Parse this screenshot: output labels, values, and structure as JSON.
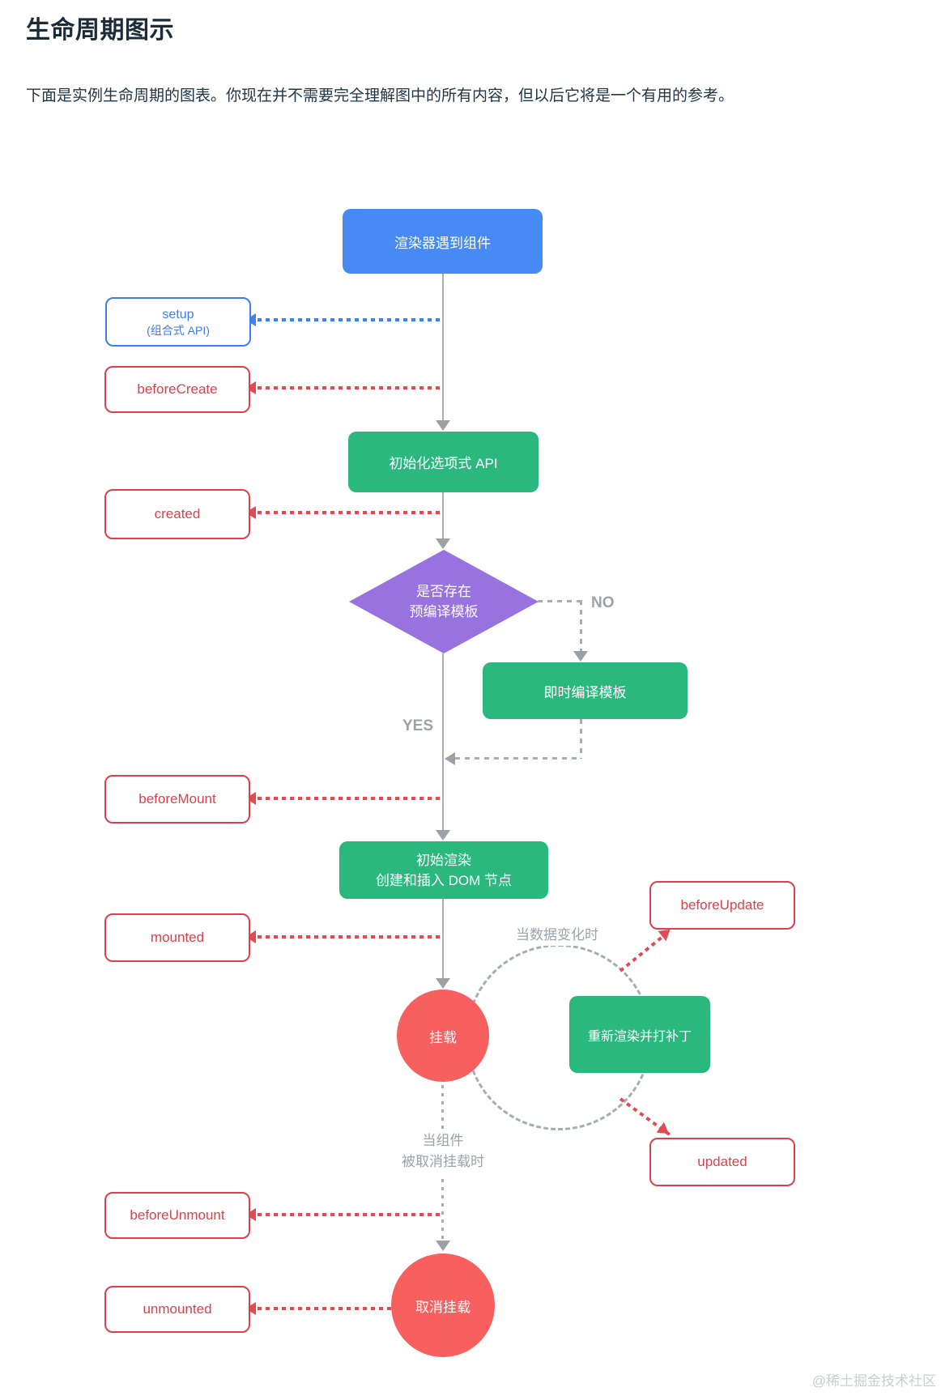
{
  "page": {
    "title": "生命周期图示",
    "intro": "下面是实例生命周期的图表。你现在并不需要完全理解图中的所有内容，但以后它将是一个有用的参考。",
    "watermark": "@稀土掘金技术社区"
  },
  "colors": {
    "node_blue": "#478af3",
    "node_green": "#2bb87f",
    "node_purple": "#9873e0",
    "node_red_fill": "#f85f5f",
    "hook_red_outline": "#dc404b",
    "setup_blue_outline": "#3e7cf0",
    "line_gray": "#a9aeb3",
    "label_gray": "#9aa2ab"
  },
  "nodes": {
    "renderer": {
      "label": "渲染器遇到组件"
    },
    "setup": {
      "line1": "setup",
      "line2": "(组合式 API)"
    },
    "before_create": {
      "label": "beforeCreate"
    },
    "init_options": {
      "label": "初始化选项式 API"
    },
    "created": {
      "label": "created"
    },
    "has_precompiled_template": {
      "line1": "是否存在",
      "line2": "预编译模板"
    },
    "compile_on_the_fly": {
      "label": "即时编译模板"
    },
    "before_mount": {
      "label": "beforeMount"
    },
    "initial_render": {
      "line1": "初始渲染",
      "line2": "创建和插入 DOM 节点"
    },
    "mounted": {
      "label": "mounted"
    },
    "mounted_state": {
      "label": "挂载"
    },
    "rerender": {
      "label": "重新渲染并打补丁"
    },
    "before_update": {
      "label": "beforeUpdate"
    },
    "updated": {
      "label": "updated"
    },
    "before_unmount": {
      "label": "beforeUnmount"
    },
    "unmounted_state": {
      "label": "取消挂载"
    },
    "unmounted": {
      "label": "unmounted"
    }
  },
  "edge_labels": {
    "no": "NO",
    "yes": "YES",
    "when_data_changes": "当数据变化时",
    "when_unmounted_line1": "当组件",
    "when_unmounted_line2": "被取消挂载时"
  }
}
